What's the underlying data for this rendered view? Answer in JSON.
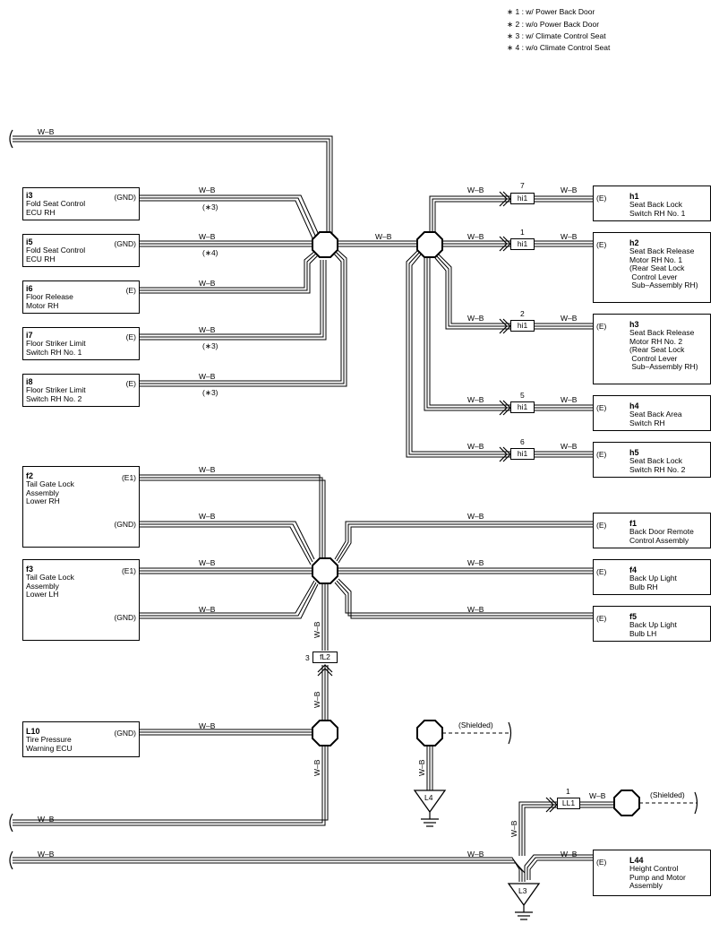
{
  "legend": [
    "∗ 1 : w/ Power Back Door",
    "∗ 2 : w/o Power Back Door",
    "∗ 3 : w/ Climate Control Seat",
    "∗ 4 : w/o Climate Control Seat"
  ],
  "wire_color": "W–B",
  "components": {
    "i3": {
      "code": "i3",
      "desc": "Fold Seat Control\nECU RH",
      "pin": "(GND)"
    },
    "i5": {
      "code": "i5",
      "desc": "Fold Seat Control\nECU RH",
      "pin": "(GND)"
    },
    "i6": {
      "code": "i6",
      "desc": "Floor Release\nMotor RH",
      "pin": "(E)"
    },
    "i7": {
      "code": "i7",
      "desc": "Floor Striker Limit\nSwitch RH No. 1",
      "pin": "(E)"
    },
    "i8": {
      "code": "i8",
      "desc": "Floor Striker Limit\nSwitch RH No. 2",
      "pin": "(E)"
    },
    "h1": {
      "code": "h1",
      "desc": "Seat Back Lock\nSwitch RH No. 1",
      "pin": "(E)"
    },
    "h2": {
      "code": "h2",
      "desc": "Seat Back Release\nMotor RH No. 1\n(Rear Seat Lock\n Control Lever\n Sub–Assembly RH)",
      "pin": "(E)"
    },
    "h3": {
      "code": "h3",
      "desc": "Seat Back Release\nMotor RH No. 2\n(Rear Seat Lock\n Control Lever\n Sub–Assembly RH)",
      "pin": "(E)"
    },
    "h4": {
      "code": "h4",
      "desc": "Seat Back Area\nSwitch RH",
      "pin": "(E)"
    },
    "h5": {
      "code": "h5",
      "desc": "Seat Back Lock\nSwitch RH No. 2",
      "pin": "(E)"
    },
    "f2": {
      "code": "f2",
      "desc": "Tail Gate Lock\nAssembly\nLower RH",
      "pin1": "(E1)",
      "pin2": "(GND)"
    },
    "f3": {
      "code": "f3",
      "desc": "Tail Gate Lock\nAssembly\nLower LH",
      "pin1": "(E1)",
      "pin2": "(GND)"
    },
    "f1": {
      "code": "f1",
      "desc": "Back Door Remote\nControl Assembly",
      "pin": "(E)"
    },
    "f4": {
      "code": "f4",
      "desc": "Back Up Light\nBulb RH",
      "pin": "(E)"
    },
    "f5": {
      "code": "f5",
      "desc": "Back Up Light\nBulb LH",
      "pin": "(E)"
    },
    "L10": {
      "code": "L10",
      "desc": "Tire Pressure\nWarning ECU",
      "pin": "(GND)"
    },
    "L44": {
      "code": "L44",
      "desc": "Height Control\nPump and Motor\nAssembly",
      "pin": "(E)"
    }
  },
  "conditions": {
    "i3": "(∗3)",
    "i5": "(∗4)",
    "i7": "(∗3)",
    "i8": "(∗3)"
  },
  "connectors": {
    "hi1_a": {
      "name": "hi1",
      "pin": "7"
    },
    "hi1_b": {
      "name": "hi1",
      "pin": "1"
    },
    "hi1_c": {
      "name": "hi1",
      "pin": "2"
    },
    "hi1_d": {
      "name": "hi1",
      "pin": "5"
    },
    "hi1_e": {
      "name": "hi1",
      "pin": "6"
    },
    "fL2": {
      "name": "fL2",
      "pin": "3"
    },
    "LL1": {
      "name": "LL1",
      "pin": "1"
    }
  },
  "grounds": {
    "L4": "L4",
    "L3": "L3"
  },
  "shielded": "(Shielded)"
}
